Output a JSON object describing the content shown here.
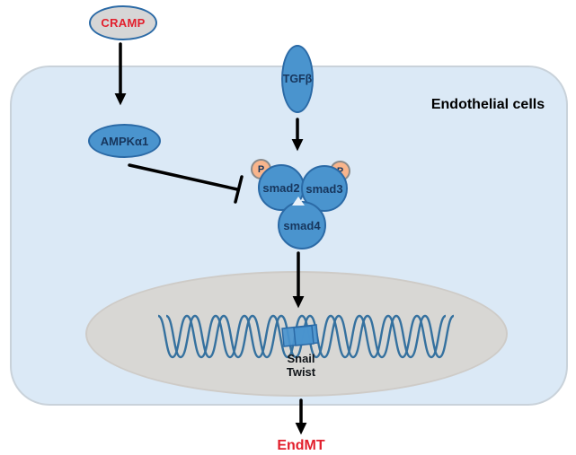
{
  "title": "Endothelial cells",
  "nodes": {
    "cramp": "CRAMP",
    "tgfb": "TGFβ",
    "ampk": "AMPKα1",
    "smad2": "smad2",
    "smad3": "smad3",
    "smad4": "smad4",
    "p_left": "P",
    "p_right": "P",
    "gene1": "Snail",
    "gene2": "Twist",
    "endmt": "EndMT"
  },
  "edges": [
    {
      "from": "CRAMP",
      "to": "AMPKα1",
      "type": "activation-arrow"
    },
    {
      "from": "TGFβ",
      "to": "smad2/smad3 complex",
      "type": "activation-arrow"
    },
    {
      "from": "AMPKα1",
      "to": "smad2/smad3/smad4 complex",
      "type": "inhibition-bar"
    },
    {
      "from": "smad complex",
      "to": "Snail/Twist genes in nucleus",
      "type": "activation-arrow"
    },
    {
      "from": "nucleus",
      "to": "EndMT",
      "type": "activation-arrow"
    }
  ],
  "colors": {
    "cell_fill": "#dbe9f6",
    "nucleus_fill": "#d8d7d4",
    "node_blue": "#4a94ce",
    "node_blue_border": "#2b6aa6",
    "phosphate_fill": "#f9b58c",
    "red_text": "#e21f2c",
    "navy_text": "#17365d",
    "dna_stroke": "#35719f"
  }
}
